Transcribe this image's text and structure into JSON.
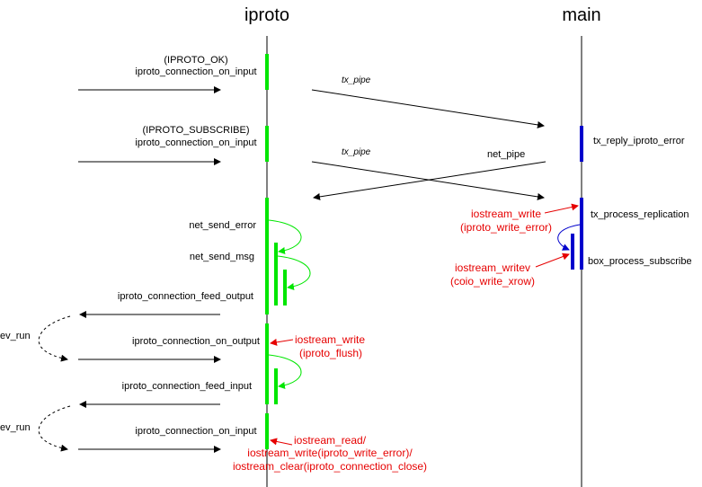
{
  "colors": {
    "black": "#000000",
    "green": "#00e600",
    "blue": "#0000cc",
    "red": "#e60000"
  },
  "lanes": {
    "iproto": "iproto",
    "main": "main"
  },
  "labels": {
    "iproto_ok": "(IPROTO_OK)",
    "on_input_1": "iproto_connection_on_input",
    "tx_pipe_1": "tx_pipe",
    "iproto_subscribe": "(IPROTO_SUBSCRIBE)",
    "on_input_2": "iproto_connection_on_input",
    "tx_pipe_2": "tx_pipe",
    "net_pipe": "net_pipe",
    "tx_reply_iproto_error": "tx_reply_iproto_error",
    "net_send_error": "net_send_error",
    "net_send_msg": "net_send_msg",
    "feed_output": "iproto_connection_feed_output",
    "ev_run_1": "ev_run",
    "on_output": "iproto_connection_on_output",
    "feed_input": "iproto_connection_feed_input",
    "ev_run_2": "ev_run",
    "on_input_3": "iproto_connection_on_input",
    "tx_process_replication": "tx_process_replication",
    "box_process_subscribe": "box_process_subscribe"
  },
  "annotations": {
    "iostream_write_1": "iostream_write",
    "iproto_write_error_1": "(iproto_write_error)",
    "iostream_writev": "iostream_writev",
    "coio_write_xrow": "(coio_write_xrow)",
    "iostream_write_2": "iostream_write",
    "iproto_flush": "(iproto_flush)",
    "iostream_read": "iostream_read/",
    "iostream_write_err": "iostream_write(iproto_write_error)/",
    "iostream_clear": "iostream_clear(iproto_connection_close)"
  }
}
